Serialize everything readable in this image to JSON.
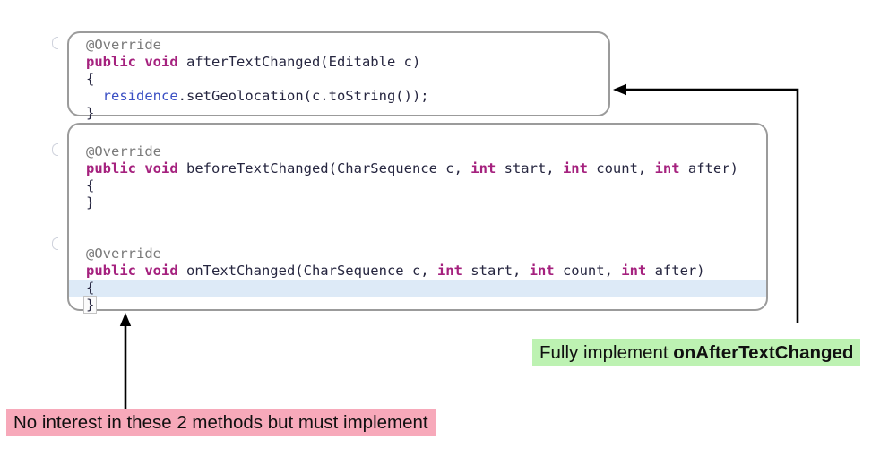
{
  "colors": {
    "box_border": "#9b9b9b",
    "annotation_text": "#7a7a7a",
    "keyword_text": "#a5217e",
    "plain_text": "#262640",
    "field_text": "#3b50c4",
    "line_highlight": "#ddeaf7",
    "green_label_bg": "#bdf2b2",
    "pink_label_bg": "#f7a9ba",
    "arrow": "#000000"
  },
  "code_boxes": [
    {
      "name": "afterTextChanged-snippet",
      "lines": [
        {
          "segments": [
            {
              "style": "annotation",
              "text": "@Override"
            }
          ]
        },
        {
          "segments": [
            {
              "style": "keyword",
              "text": "public void"
            },
            {
              "style": "plain",
              "text": " afterTextChanged(Editable c)"
            }
          ]
        },
        {
          "segments": [
            {
              "style": "plain",
              "text": "{"
            }
          ]
        },
        {
          "segments": [
            {
              "style": "plain",
              "text": "  "
            },
            {
              "style": "field",
              "text": "residence"
            },
            {
              "style": "plain",
              "text": ".setGeolocation(c.toString());"
            }
          ]
        },
        {
          "segments": [
            {
              "style": "plain",
              "text": "}"
            }
          ]
        }
      ]
    },
    {
      "name": "beforeTextChanged-onTextChanged-snippet",
      "lines": [
        {
          "segments": [
            {
              "style": "annotation",
              "text": "@Override"
            }
          ]
        },
        {
          "segments": [
            {
              "style": "keyword",
              "text": "public void"
            },
            {
              "style": "plain",
              "text": " beforeTextChanged(CharSequence c, "
            },
            {
              "style": "keyword",
              "text": "int"
            },
            {
              "style": "plain",
              "text": " start, "
            },
            {
              "style": "keyword",
              "text": "int"
            },
            {
              "style": "plain",
              "text": " count, "
            },
            {
              "style": "keyword",
              "text": "int"
            },
            {
              "style": "plain",
              "text": " after)"
            }
          ]
        },
        {
          "segments": [
            {
              "style": "plain",
              "text": "{"
            }
          ]
        },
        {
          "segments": [
            {
              "style": "plain",
              "text": "}"
            }
          ]
        },
        {
          "segments": []
        },
        {
          "segments": []
        },
        {
          "segments": [
            {
              "style": "annotation",
              "text": "@Override"
            }
          ]
        },
        {
          "segments": [
            {
              "style": "keyword",
              "text": "public void"
            },
            {
              "style": "plain",
              "text": " onTextChanged(CharSequence c, "
            },
            {
              "style": "keyword",
              "text": "int"
            },
            {
              "style": "plain",
              "text": " start, "
            },
            {
              "style": "keyword",
              "text": "int"
            },
            {
              "style": "plain",
              "text": " count, "
            },
            {
              "style": "keyword",
              "text": "int"
            },
            {
              "style": "plain",
              "text": " after)"
            }
          ]
        },
        {
          "segments": [
            {
              "style": "plain",
              "text": "{"
            }
          ],
          "highlight": true
        },
        {
          "segments": [
            {
              "style": "plain",
              "text": "}"
            }
          ],
          "brace_match": true
        }
      ]
    }
  ],
  "labels": {
    "green": {
      "normal": "Fully implement ",
      "bold": "onAfterTextChanged"
    },
    "pink": {
      "text": "No interest in these 2 methods but must implement"
    }
  }
}
